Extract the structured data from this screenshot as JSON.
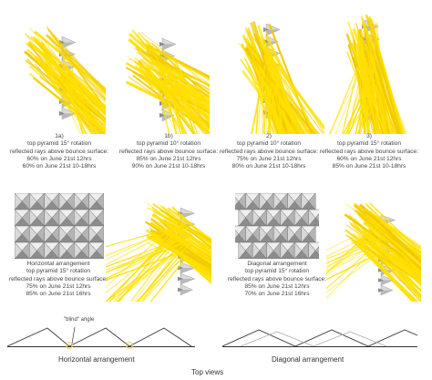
{
  "colors": {
    "ray": "#ffe000",
    "ray_dark": "#f0c800",
    "panel_light": "#d9d9d9",
    "panel_mid": "#b5b5b5",
    "panel_dark": "#8c8c8c",
    "line": "#333333",
    "dot_ring": "#f2d15a"
  },
  "captions": {
    "c1": {
      "tag": "1a)",
      "l1": "top pyramid 15° rotation",
      "l2": "reflected rays above bounce surface:",
      "l3": "60% on June 21st 12hrs",
      "l4": "60% on June 21st 10-18hrs"
    },
    "c2": {
      "tag": "1b)",
      "l1": "top pyramid 10° rotation",
      "l2": "reflected rays above bounce surface:",
      "l3": "85% on June 21st 12hrs",
      "l4": "90% on June 21st 10-18hrs"
    },
    "c3": {
      "tag": "2)",
      "l1": "top pyramid 10° rotation",
      "l2": "reflected rays above bounce surface:",
      "l3": "75% on June 21st 12hrs",
      "l4": "80% on June 21st 10-18hrs"
    },
    "c4": {
      "tag": "3)",
      "l1": "top pyramid 15° rotation",
      "l2": "reflected rays above bounce surface:",
      "l3": "60% on June 21st 12hrs",
      "l4": "85% on June 21st 10-18hrs"
    },
    "c5": {
      "l0": "Horizontal arrangement",
      "l1": "top pyramid 15° rotation",
      "l2": "reflected rays above bounce surface:",
      "l3": "75% on June 21st 12hrs",
      "l4": "85% on June 21st 16hrs"
    },
    "c6": {
      "l0": "Diagonal arrangement",
      "l1": "top pyramid 15° rotation",
      "l2": "reflected rays above bounce surface:",
      "l3": "85% on June 21st 12hrs",
      "l4": "70% on June 21st 16hrs"
    }
  },
  "bottom": {
    "blind_angle": "\"blind\" angle",
    "horizontal_label": "Horizontal arrangement",
    "diagonal_label": "Diagonal arrangement",
    "top_views": "Top views"
  }
}
